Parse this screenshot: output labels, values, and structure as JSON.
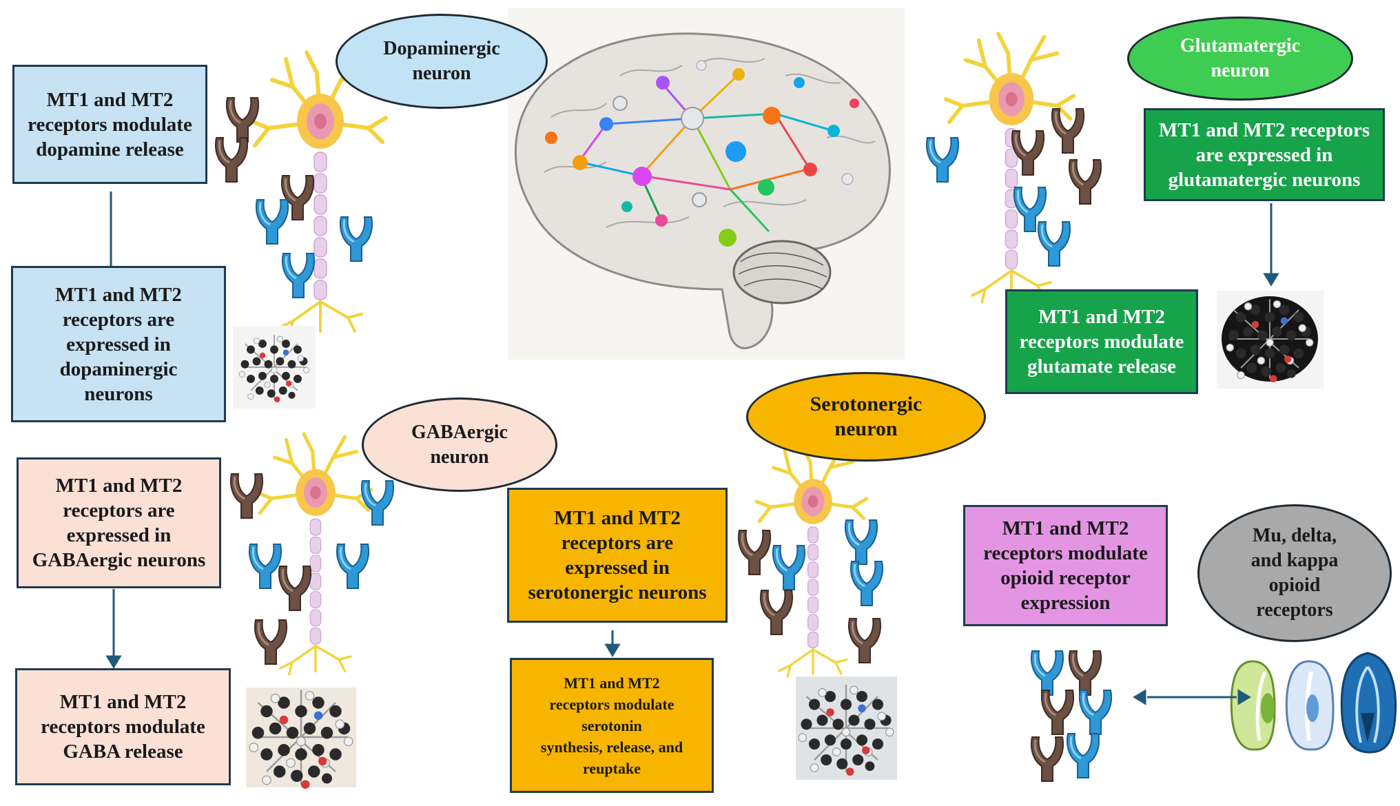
{
  "colors": {
    "dopaminergic_box": "#c6e2f3",
    "dopaminergic_ellipse": "#c2e3f5",
    "glutamatergic_box": "#16a34a",
    "glutamatergic_ellipse": "#3fcc52",
    "gabaergic_box": "#fbe0d6",
    "serotonergic_box": "#f7b500",
    "opioid_box": "#e395e3",
    "opioid_ellipse": "#a9a9a9",
    "receptor_blue": "#2f98d6",
    "receptor_brown": "#6b5043",
    "arrow": "#1f5a7a"
  },
  "icons": [
    "brain-network-illustration",
    "neuron-icon",
    "receptor-icon",
    "molecule-icon",
    "opioid-receptor-icon"
  ],
  "dopaminergic": {
    "label": "Dopaminergic\nneuron",
    "box_top": "MT1 and MT2\nreceptors modulate\ndopamine release",
    "box_bottom": "MT1 and MT2\nreceptors are\nexpressed in\ndopaminergic\nneurons"
  },
  "glutamatergic": {
    "label": "Glutamatergic\nneuron",
    "box_top": "MT1 and MT2 receptors\nare expressed in\nglutamatergic neurons",
    "box_bottom": "MT1 and MT2\nreceptors modulate\nglutamate release"
  },
  "gabaergic": {
    "label": "GABAergic\nneuron",
    "box_top": "MT1 and MT2\nreceptors are\nexpressed in\nGABAergic neurons",
    "box_bottom": "MT1 and MT2\nreceptors modulate\nGABA release"
  },
  "serotonergic": {
    "label": "Serotonergic\nneuron",
    "box_top": "MT1 and MT2\nreceptors are\nexpressed in\nserotonergic neurons",
    "box_bottom": "MT1 and MT2\nreceptors  modulate\nserotonin\nsynthesis, release, and\nreuptake"
  },
  "opioid": {
    "label": "Mu, delta,\nand kappa\nopioid\nreceptors",
    "box": "MT1 and MT2\nreceptors modulate\nopioid receptor\nexpression"
  }
}
